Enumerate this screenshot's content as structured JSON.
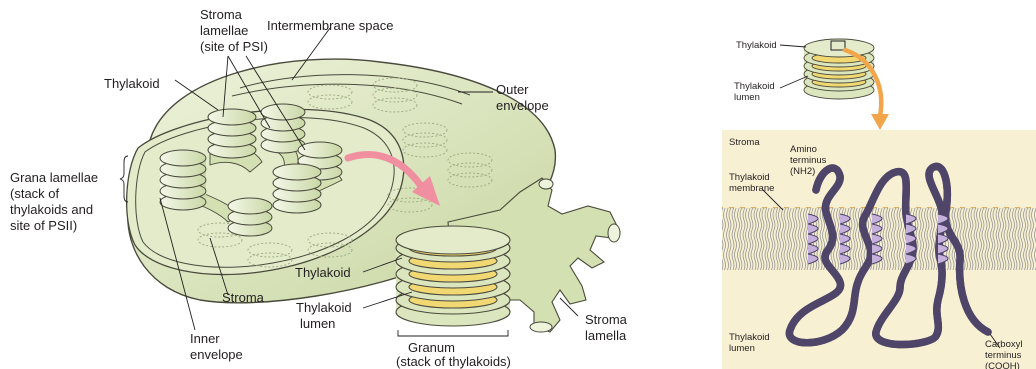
{
  "left_panel": {
    "labels": {
      "stroma_lamellae": [
        "Stroma",
        "lamellae",
        "(site of PSI)"
      ],
      "intermembrane_space": "Intermembrane space",
      "thylakoid": "Thylakoid",
      "outer_envelope": [
        "Outer",
        "envelope"
      ],
      "grana_lamellae": [
        "Grana lamellae",
        "(stack of",
        "thylakoids and",
        "site of PSII)"
      ],
      "stroma": "Stroma",
      "inner_envelope": [
        "Inner",
        "envelope"
      ]
    }
  },
  "middle_panel": {
    "labels": {
      "thylakoid": "Thylakoid",
      "thylakoid_lumen": [
        "Thylakoid",
        "lumen"
      ],
      "stroma_lamella": [
        "Stroma",
        "lamella"
      ],
      "granum": [
        "Granum",
        "(stack of thylakoids)"
      ]
    }
  },
  "right_panel": {
    "labels": {
      "thylakoid": "Thylakoid",
      "thylakoid_lumen_top": [
        "Thylakoid",
        "lumen"
      ],
      "stroma": "Stroma",
      "amino_terminus": [
        "Amino",
        "terminus",
        "(NH2)"
      ],
      "thylakoid_membrane": [
        "Thylakoid",
        "membrane"
      ],
      "thylakoid_lumen_bottom": [
        "Thylakoid",
        "lumen"
      ],
      "carboxyl_terminus": [
        "Carboxyl",
        "terminus",
        "(COOH)"
      ]
    }
  },
  "colors": {
    "chloroplast_fill": "#dbe6bf",
    "chloroplast_dark": "#b9cb8e",
    "outline": "#4a4a3c",
    "arrow_pink": "#ef8fa0",
    "arrow_orange": "#f2a54b",
    "box_fill": "#f7f0d3",
    "lipid_head": "#f2c27a",
    "protein": "#c6b1dd"
  }
}
